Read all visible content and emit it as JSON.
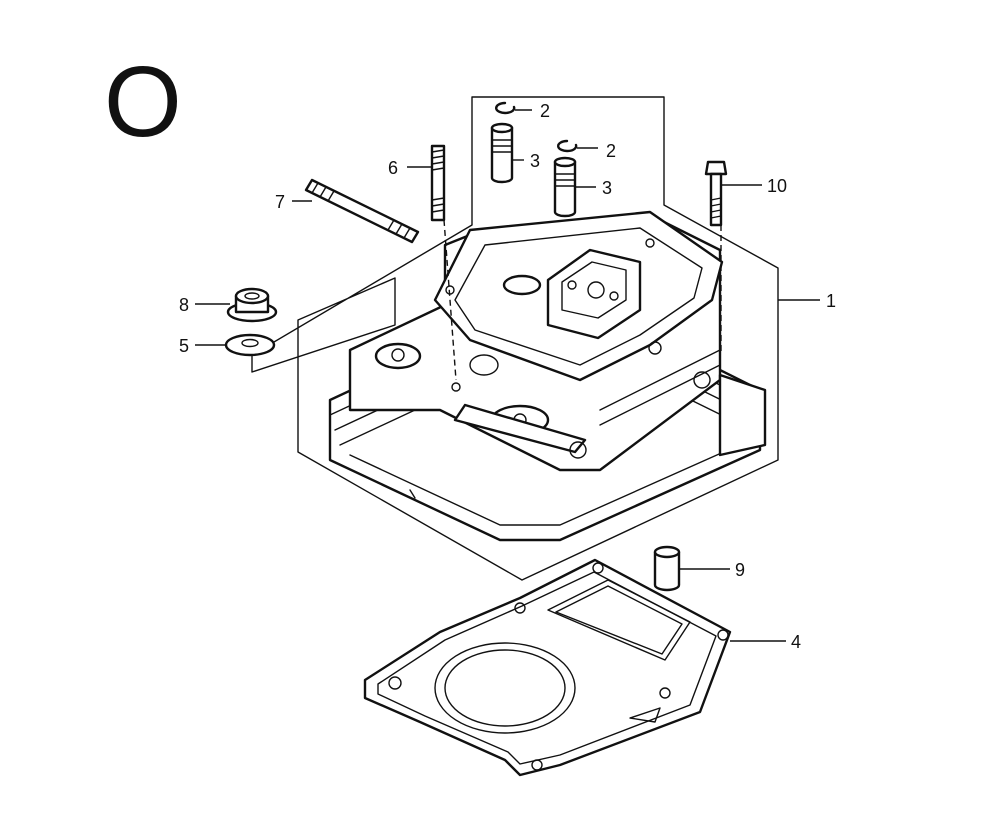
{
  "diagram": {
    "section_letter": "O",
    "callouts": [
      {
        "id": "1",
        "label": "1"
      },
      {
        "id": "2a",
        "label": "2"
      },
      {
        "id": "2b",
        "label": "2"
      },
      {
        "id": "3a",
        "label": "3"
      },
      {
        "id": "3b",
        "label": "3"
      },
      {
        "id": "4",
        "label": "4"
      },
      {
        "id": "5",
        "label": "5"
      },
      {
        "id": "6",
        "label": "6"
      },
      {
        "id": "7",
        "label": "7"
      },
      {
        "id": "8",
        "label": "8"
      },
      {
        "id": "9",
        "label": "9"
      },
      {
        "id": "10",
        "label": "10"
      }
    ]
  }
}
